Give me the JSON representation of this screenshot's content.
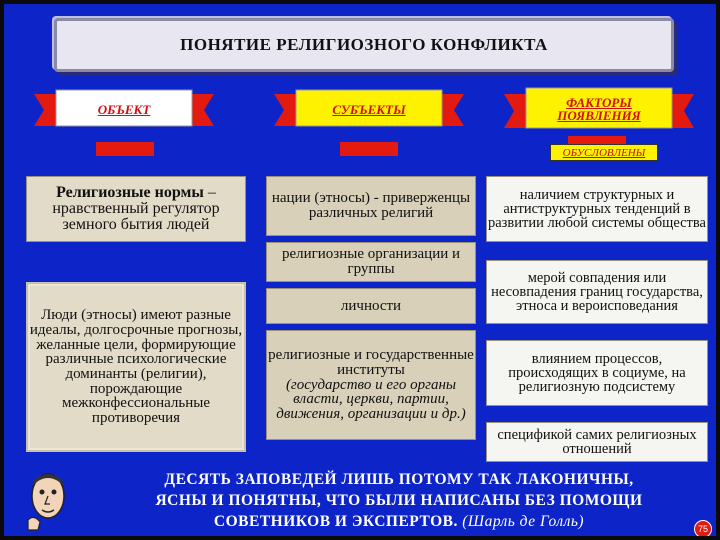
{
  "title": "ПОНЯТИЕ РЕЛИГИОЗНОГО КОНФЛИКТА",
  "ribbons": {
    "object": "ОБЪЕКТ",
    "subjects": "СУБЪЕКТЫ",
    "factors_line1": "ФАКТОРЫ",
    "factors_line2": "ПОЯВЛЕНИЯ"
  },
  "conditioned": "ОБУСЛОВЛЕНЫ",
  "object_cards": {
    "norms_bold": "Религиозные нормы",
    "norms_rest": " – нравственный регулятор земного бытия людей",
    "people": "Люди (этносы) имеют разные идеалы, долгосрочные прогнозы, желанные цели, формирующие различные психологические доминанты (религии), порождающие межконфессиональные противоречия"
  },
  "subject_cards": {
    "nations": "нации (этносы) - приверженцы различных религий",
    "organizations": "религиозные организации и группы",
    "persons": "личности",
    "institutes_main": "религиозные и государственные институты",
    "institutes_italic": "(государство и его органы власти, церкви, партии, движения, организации и др.)"
  },
  "factor_cards": {
    "f1": "наличием структурных и антиструктурных тенденций в развитии любой системы общества",
    "f2": "мерой совпадения или несовпадения границ государства, этноса и вероисповедания",
    "f3": "влиянием процессов, происходящих в социуме, на религиозную подсистему",
    "f4": "спецификой самих религиозных отношений"
  },
  "quote": {
    "line1": "ДЕСЯТЬ ЗАПОВЕДЕЙ ЛИШЬ ПОТОМУ ТАК ЛАКОНИЧНЫ,",
    "line2": "ЯСНЫ И ПОНЯТНЫ, ЧТО БЫЛИ НАПИСАНЫ БЕЗ ПОМОЩИ",
    "line3": "СОВЕТНИКОВ И ЭКСПЕРТОВ.",
    "author": "(Шарль де Голль)"
  },
  "page_number": "75",
  "colors": {
    "background": "#0d24c8",
    "ribbon_red": "#e21a10",
    "ribbon_factors": "#fff200",
    "ribbon_text": "#d21010"
  }
}
